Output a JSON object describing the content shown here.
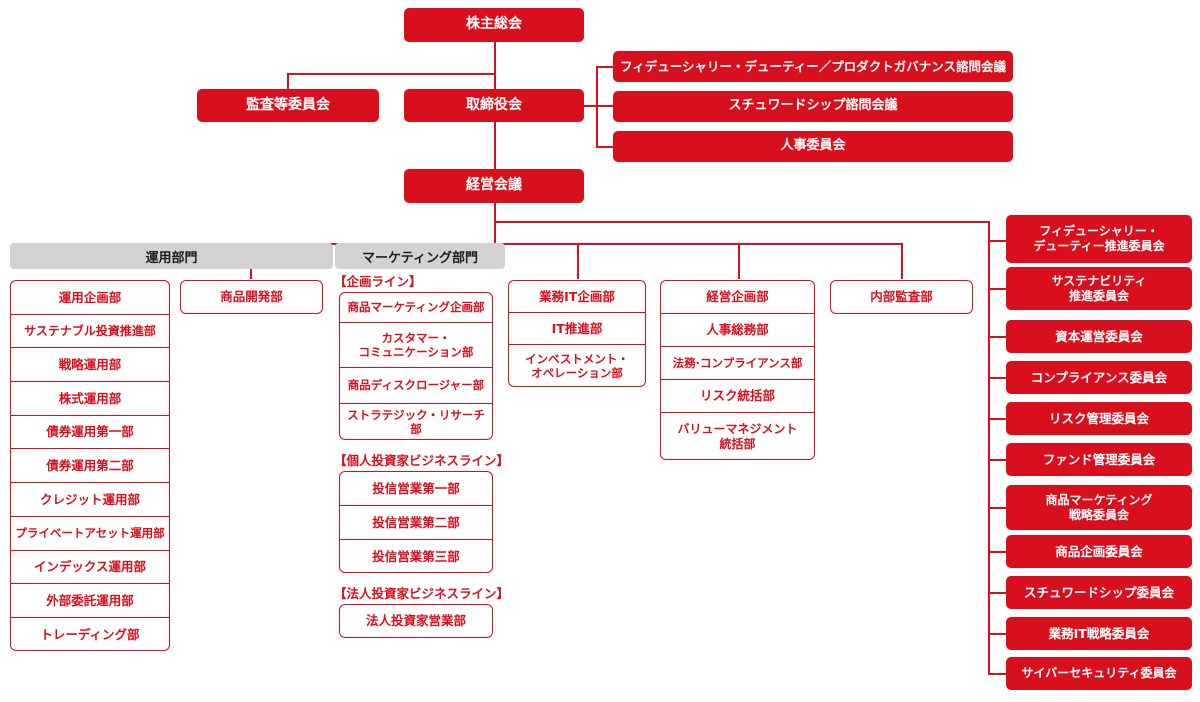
{
  "theme": {
    "accent": "#D8101E",
    "header_gray": "#D2D2D2",
    "background": "#FFFFFF"
  },
  "top": {
    "shareholders_meeting": "株主総会",
    "audit_committee": "監査等委員会",
    "board_of_directors": "取締役会",
    "management_meeting": "経営会議"
  },
  "advisory_councils": [
    "フィデューシャリー・デューティー／プロダクトガバナンス諮問会議",
    "スチュワードシップ諮問会議",
    "人事委員会"
  ],
  "divisions": {
    "investment": {
      "header": "運用部門",
      "departments": [
        "運用企画部",
        "サステナブル投資推進部",
        "戦略運用部",
        "株式運用部",
        "債券運用第一部",
        "債券運用第二部",
        "クレジット運用部",
        "プライベートアセット運用部",
        "インデックス運用部",
        "外部委託運用部",
        "トレーディング部"
      ],
      "side_department": "商品開発部"
    },
    "marketing": {
      "header": "マーケティング部門",
      "lines": [
        {
          "label": "【企画ライン】",
          "departments": [
            "商品マーケティング企画部",
            "カスタマー・\nコミュニケーション部",
            "商品ディスクロージャー部",
            "ストラテジック・リサーチ部"
          ]
        },
        {
          "label": "【個人投資家ビジネスライン】",
          "departments": [
            "投信営業第一部",
            "投信営業第二部",
            "投信営業第三部"
          ]
        },
        {
          "label": "【法人投資家ビジネスライン】",
          "departments": [
            "法人投資家営業部"
          ]
        }
      ]
    }
  },
  "operations_it_group": [
    "業務IT企画部",
    "IT推進部",
    "インベストメント・\nオペレーション部"
  ],
  "corporate_group": [
    "経営企画部",
    "人事総務部",
    "法務·コンプライアンス部",
    "リスク統括部",
    "バリューマネジメント\n統括部"
  ],
  "internal_audit": "内部監査部",
  "committees": [
    "フィデューシャリー・\nデューティー推進委員会",
    "サステナビリティ\n推進委員会",
    "資本運営委員会",
    "コンプライアンス委員会",
    "リスク管理委員会",
    "ファンド管理委員会",
    "商品マーケティング\n戦略委員会",
    "商品企画委員会",
    "スチュワードシップ委員会",
    "業務IT戦略委員会",
    "サイバーセキュリティ委員会"
  ]
}
